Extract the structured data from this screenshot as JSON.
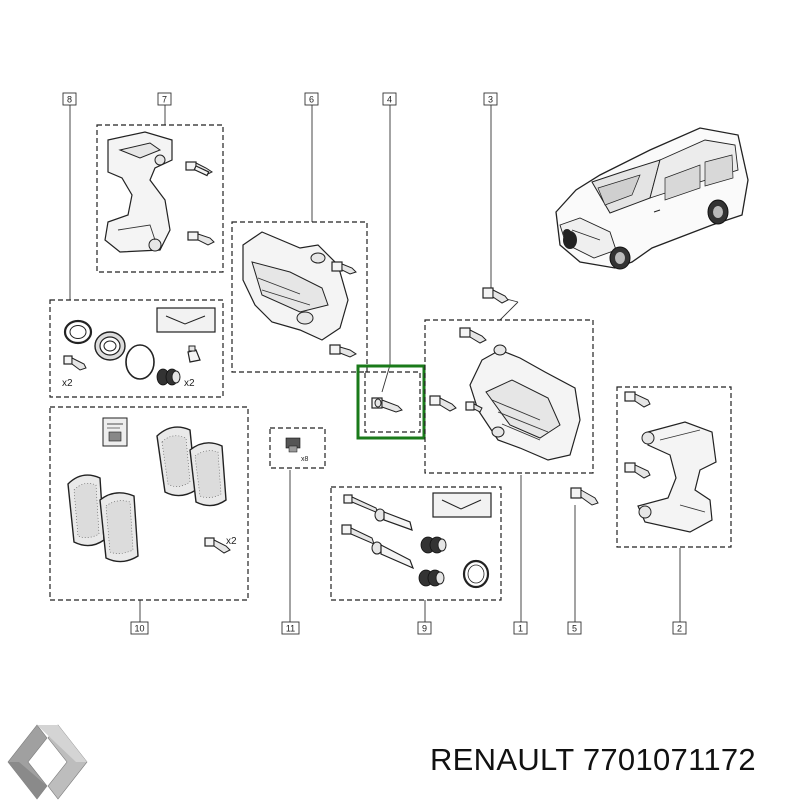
{
  "callouts": [
    "1",
    "2",
    "3",
    "4",
    "5",
    "6",
    "7",
    "8",
    "9",
    "10",
    "11"
  ],
  "quantities": {
    "kit8_left": "x2",
    "kit8_right": "x2",
    "kit10_bolts": "x2",
    "kit11_clips": "x8"
  },
  "footer": {
    "brand": "RENAULT",
    "part_number": "7701071172",
    "text": "RENAULT 7701071172"
  },
  "colors": {
    "highlight": "#1a7a1a",
    "lines": "#222222",
    "logo": "#9a9a9a"
  },
  "icons": [
    "renault-logo",
    "van-illustration",
    "brake-caliper",
    "brake-bracket",
    "bolt",
    "brake-pads",
    "seal-kit",
    "pin-kit",
    "clip",
    "bleed-screw"
  ]
}
